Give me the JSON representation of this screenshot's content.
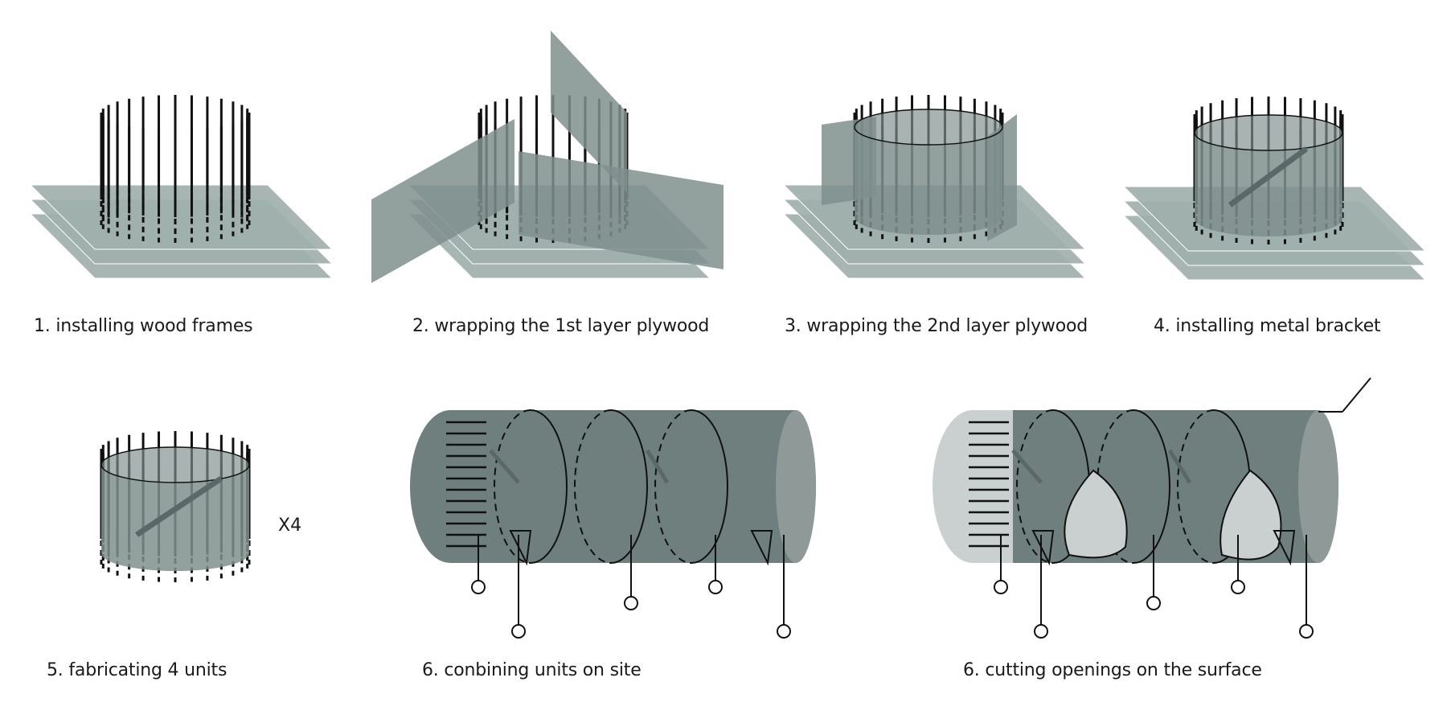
{
  "steps": [
    {
      "label": "1. installing wood frames"
    },
    {
      "label": "2. wrapping the 1st layer plywood"
    },
    {
      "label": "3. wrapping the 2nd layer plywood"
    },
    {
      "label": "4. installing metal bracket"
    },
    {
      "label": "5. fabricating 4 units"
    },
    {
      "label": "6. conbining units on site"
    },
    {
      "label": "6. cutting openings on the surface"
    }
  ],
  "multiplier": "X4",
  "colors": {
    "sheet": "#9fb0ad",
    "plywood": "#7f8f8d",
    "tube": "#6f7f7e",
    "tube_end": "#8e9998",
    "frame": "#111111",
    "opening": "#c9d0cf"
  }
}
